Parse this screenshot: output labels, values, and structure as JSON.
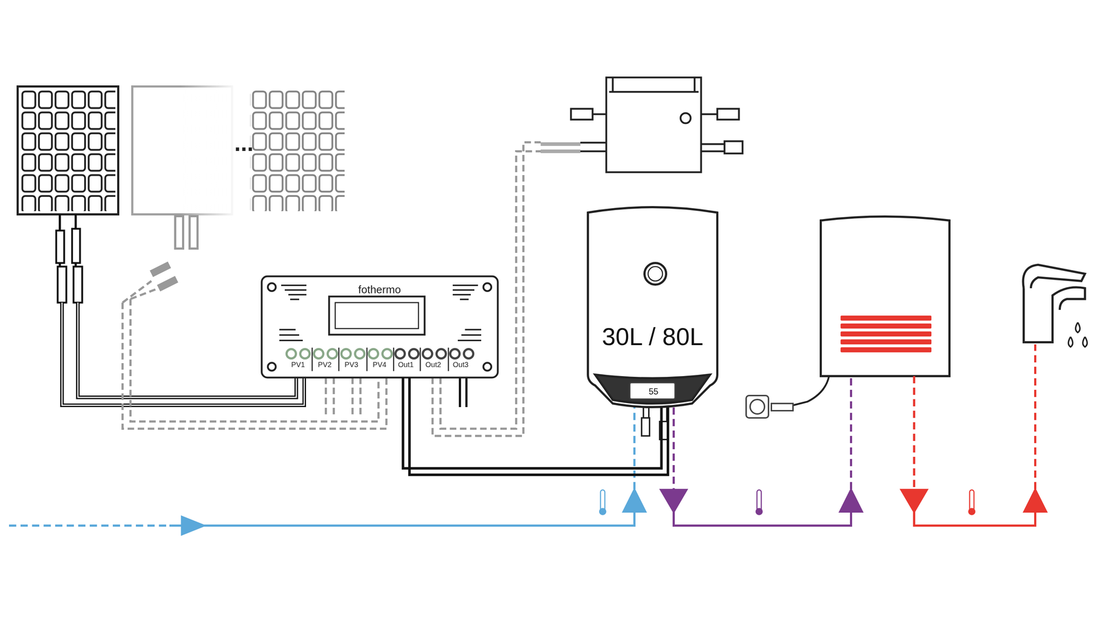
{
  "diagram": {
    "nodes": [
      {
        "text": [
          "fothermo",
          "PV1",
          "PV2",
          "PV3",
          "PV4",
          "Out1",
          "Out2",
          "Out3"
        ]
      },
      {
        "text": [
          "30L / 80L"
        ]
      },
      {
        "text": [
          "55"
        ],
        "in": 1
      }
    ],
    "edges": [
      {
        "from": 0,
        "to": 1,
        "arrow": "none"
      }
    ],
    "labels": [
      "..."
    ]
  }
}
